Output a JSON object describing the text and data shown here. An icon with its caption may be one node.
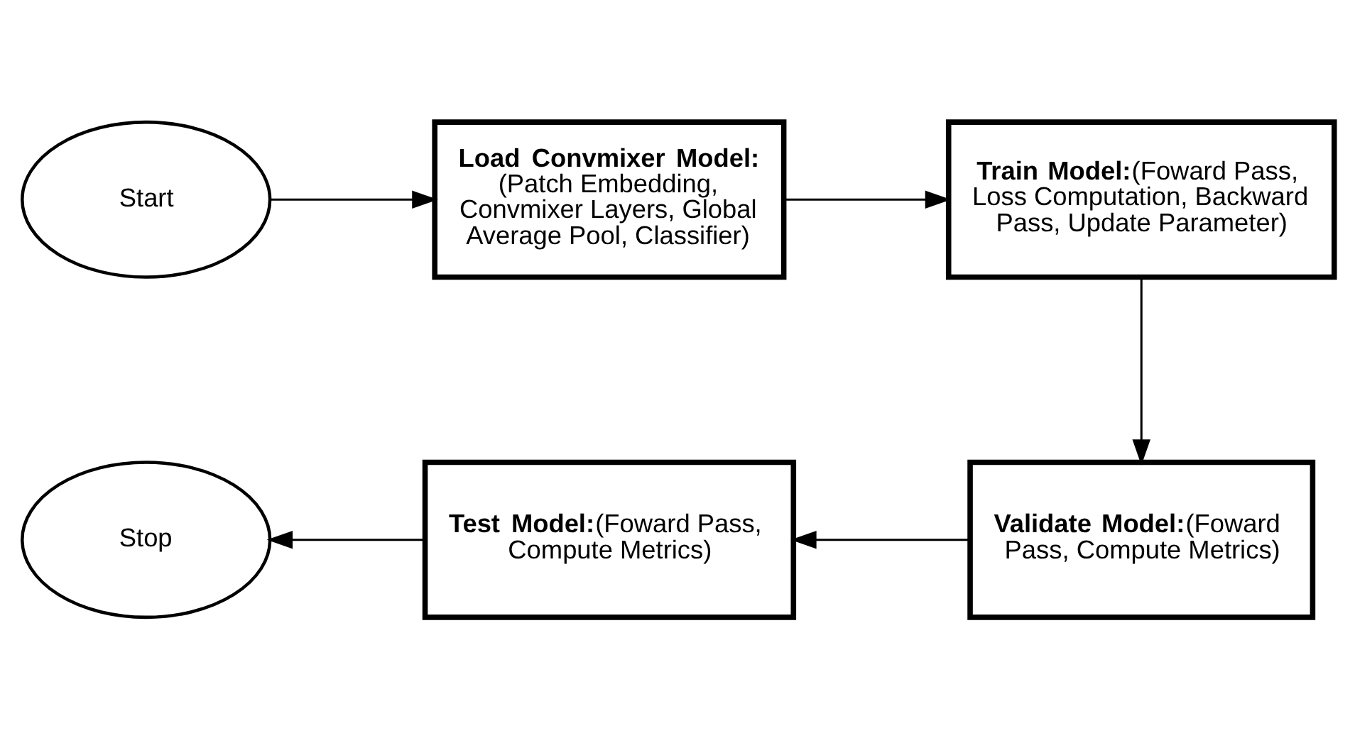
{
  "diagram": {
    "nodes": [
      {
        "text": [
          "Start"
        ]
      },
      {
        "text": [
          "Load Convmixer Model:",
          "(Patch Embedding, Convmixer Layers, Global Average Pool, Classifier)"
        ]
      },
      {
        "text": [
          "Train Model:",
          "(Foward Pass, Loss Computation, Backward Pass, Update Parameter)"
        ]
      },
      {
        "text": [
          "Validate Model:",
          "(Foward Pass, Compute Metrics)"
        ]
      },
      {
        "text": [
          "Test Model:",
          "(Foward Pass, Compute Metrics)"
        ]
      },
      {
        "text": [
          "Stop"
        ]
      }
    ],
    "edges": [
      {
        "from": 0,
        "to": 1,
        "arrow": "to"
      },
      {
        "from": 1,
        "to": 2,
        "arrow": "to"
      },
      {
        "from": 2,
        "to": 3,
        "arrow": "to"
      },
      {
        "from": 3,
        "to": 4,
        "arrow": "to"
      },
      {
        "from": 4,
        "to": 5,
        "arrow": "to"
      }
    ]
  }
}
